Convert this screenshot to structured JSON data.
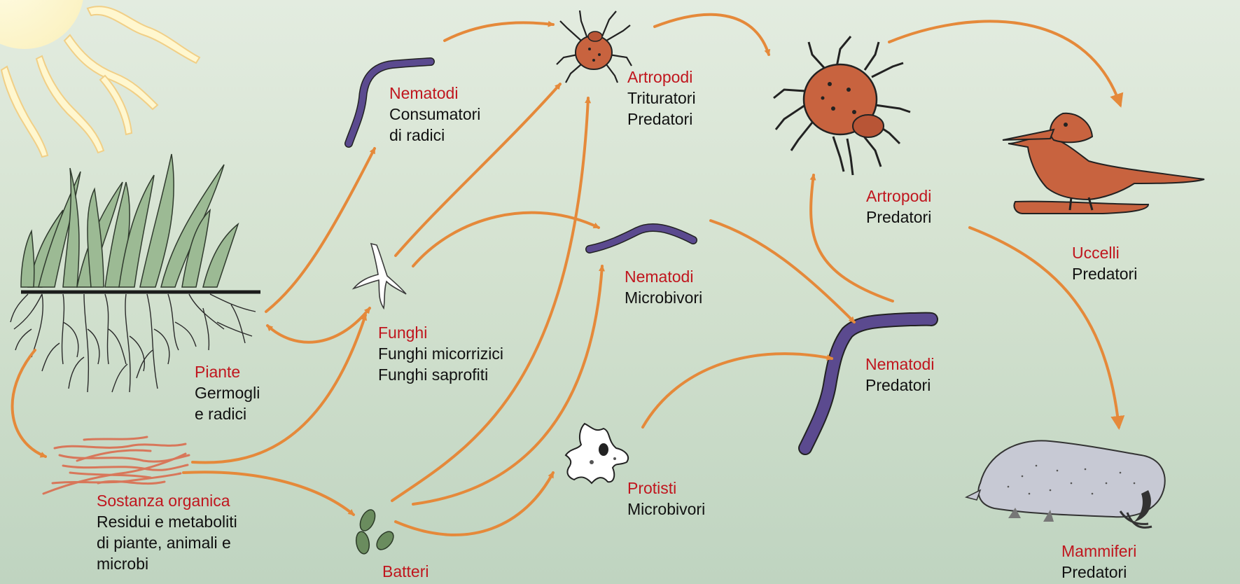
{
  "colors": {
    "arrow": "#e5893a",
    "title": "#c0161e",
    "text": "#111111",
    "nematode": "#5b4a8f",
    "arthropod": "#c8633f"
  },
  "nodes": {
    "piante": {
      "title": "Piante",
      "lines": [
        "Germogli",
        "e radici"
      ],
      "icon": "plants-roots-icon"
    },
    "sostanza": {
      "title": "Sostanza organica",
      "lines": [
        "Residui e metaboliti",
        "di piante, animali e",
        "microbi"
      ],
      "icon": "organic-matter-icon"
    },
    "batteri": {
      "title": "Batteri",
      "lines": [],
      "icon": "bacteria-icon"
    },
    "funghi": {
      "title": "Funghi",
      "lines": [
        "Funghi micorrizici",
        "Funghi saprofiti"
      ],
      "icon": "fungal-hypha-icon"
    },
    "nem_radici": {
      "title": "Nematodi",
      "lines": [
        "Consumatori",
        "di radici"
      ],
      "icon": "nematode-icon"
    },
    "artropodi_1": {
      "title": "Artropodi",
      "lines": [
        "Trituratori",
        "Predatori"
      ],
      "icon": "mite-icon"
    },
    "nem_microbivori": {
      "title": "Nematodi",
      "lines": [
        "Microbivori"
      ],
      "icon": "nematode-icon"
    },
    "protisti": {
      "title": "Protisti",
      "lines": [
        "Microbivori"
      ],
      "icon": "amoeba-icon"
    },
    "artropodi_2": {
      "title": "Artropodi",
      "lines": [
        "Predatori"
      ],
      "icon": "mite-icon"
    },
    "nem_predatori": {
      "title": "Nematodi",
      "lines": [
        "Predatori"
      ],
      "icon": "nematode-icon"
    },
    "uccelli": {
      "title": "Uccelli",
      "lines": [
        "Predatori"
      ],
      "icon": "bird-icon"
    },
    "mammiferi": {
      "title": "Mammiferi",
      "lines": [
        "Predatori"
      ],
      "icon": "mole-icon"
    }
  },
  "edges": [
    {
      "from": "Sole",
      "to": "Piante"
    },
    {
      "from": "Piante",
      "to": "Sostanza organica"
    },
    {
      "from": "Piante",
      "to": "Nematodi consumatori di radici"
    },
    {
      "from": "Piante",
      "to": "Funghi"
    },
    {
      "from": "Funghi",
      "to": "Piante"
    },
    {
      "from": "Sostanza organica",
      "to": "Funghi"
    },
    {
      "from": "Sostanza organica",
      "to": "Batteri"
    },
    {
      "from": "Nematodi consumatori di radici",
      "to": "Artropodi trituratori/predatori"
    },
    {
      "from": "Funghi",
      "to": "Artropodi trituratori/predatori"
    },
    {
      "from": "Funghi",
      "to": "Nematodi microbivori"
    },
    {
      "from": "Batteri",
      "to": "Artropodi trituratori/predatori"
    },
    {
      "from": "Batteri",
      "to": "Nematodi microbivori"
    },
    {
      "from": "Batteri",
      "to": "Protisti"
    },
    {
      "from": "Artropodi trituratori/predatori",
      "to": "Artropodi predatori"
    },
    {
      "from": "Nematodi microbivori",
      "to": "Nematodi predatori"
    },
    {
      "from": "Protisti",
      "to": "Nematodi predatori"
    },
    {
      "from": "Nematodi predatori",
      "to": "Artropodi predatori"
    },
    {
      "from": "Artropodi predatori",
      "to": "Uccelli"
    },
    {
      "from": "Artropodi predatori",
      "to": "Mammiferi"
    }
  ]
}
